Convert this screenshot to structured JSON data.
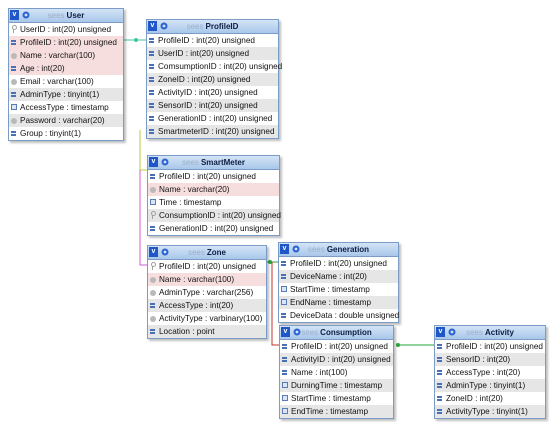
{
  "tables": [
    {
      "id": "user",
      "db": "sees",
      "name": "User",
      "rows": [
        {
          "text": "UserID : int(20) unsigned",
          "icon": "key-icon"
        },
        {
          "text": "ProfileID : int(20) unsigned",
          "icon": "number-icon",
          "highlight": true
        },
        {
          "text": "Name : varchar(100)",
          "icon": "string-icon",
          "highlight": true
        },
        {
          "text": "Age : int(20)",
          "icon": "number-icon",
          "highlight": true
        },
        {
          "text": "Email : varchar(100)",
          "icon": "string-icon"
        },
        {
          "text": "AdminType : tinyint(1)",
          "icon": "number-icon"
        },
        {
          "text": "AccessType : timestamp",
          "icon": "timestamp-icon"
        },
        {
          "text": "Password : varchar(20)",
          "icon": "string-icon"
        },
        {
          "text": "Group : tinyint(1)",
          "icon": "number-icon"
        }
      ]
    },
    {
      "id": "profileid",
      "db": "sees",
      "name": "ProfileID",
      "rows": [
        {
          "text": "ProfileID : int(20) unsigned",
          "icon": "number-icon"
        },
        {
          "text": "UserID : int(20) unsigned",
          "icon": "number-icon"
        },
        {
          "text": "ComsumptionID : int(20) unsigned",
          "icon": "number-icon"
        },
        {
          "text": "ZoneID : int(20) unsigned",
          "icon": "number-icon"
        },
        {
          "text": "ActivityID : int(20) unsigned",
          "icon": "number-icon"
        },
        {
          "text": "SensorID : int(20) unsigned",
          "icon": "number-icon"
        },
        {
          "text": "GenerationID : int(20) unsigned",
          "icon": "number-icon"
        },
        {
          "text": "SmartmeterID : int(20) unsigned",
          "icon": "number-icon"
        }
      ]
    },
    {
      "id": "smartmeter",
      "db": "sees",
      "name": "SmartMeter",
      "rows": [
        {
          "text": "ProfileID : int(20) unsigned",
          "icon": "number-icon"
        },
        {
          "text": "Name : varchar(20)",
          "icon": "string-icon",
          "highlight": true
        },
        {
          "text": "Time : timestamp",
          "icon": "timestamp-icon"
        },
        {
          "text": "ConsumptionID : int(20) unsigned",
          "icon": "key-icon"
        },
        {
          "text": "GenerationID : int(20) unsigned",
          "icon": "number-icon"
        }
      ]
    },
    {
      "id": "zone",
      "db": "sees",
      "name": "Zone",
      "rows": [
        {
          "text": "ProfileID : int(20) unsigned",
          "icon": "key-icon"
        },
        {
          "text": "Name : varchar(100)",
          "icon": "string-icon",
          "highlight": true
        },
        {
          "text": "AdminType : varchar(256)",
          "icon": "string-icon"
        },
        {
          "text": "AccessType : int(20)",
          "icon": "number-icon"
        },
        {
          "text": "ActivityType : varbinary(100)",
          "icon": "string-icon"
        },
        {
          "text": "Location : point",
          "icon": "number-icon"
        }
      ]
    },
    {
      "id": "generation",
      "db": "sees",
      "name": "Generation",
      "rows": [
        {
          "text": "ProfileID : int(20) unsigned",
          "icon": "number-icon"
        },
        {
          "text": "DeviceName : int(20)",
          "icon": "number-icon"
        },
        {
          "text": "StartTime : timestamp",
          "icon": "timestamp-icon"
        },
        {
          "text": "EndName : timestamp",
          "icon": "timestamp-icon"
        },
        {
          "text": "DeviceData : double unsigned",
          "icon": "number-icon"
        }
      ]
    },
    {
      "id": "consumption",
      "db": "sees",
      "name": "Consumption",
      "rows": [
        {
          "text": "ProfileID : int(20) unsigned",
          "icon": "number-icon"
        },
        {
          "text": "ActivityID : int(20) unsigned",
          "icon": "number-icon"
        },
        {
          "text": "Name : int(100)",
          "icon": "number-icon"
        },
        {
          "text": "DurningTime : timestamp",
          "icon": "timestamp-icon"
        },
        {
          "text": "StartTime : timestamp",
          "icon": "timestamp-icon"
        },
        {
          "text": "EndTime : timestamp",
          "icon": "timestamp-icon"
        }
      ]
    },
    {
      "id": "activity",
      "db": "sees",
      "name": "Activity",
      "rows": [
        {
          "text": "ProfileID : int(20) unsigned",
          "icon": "number-icon"
        },
        {
          "text": "SensorID : int(20)",
          "icon": "number-icon"
        },
        {
          "text": "AccessType : int(20)",
          "icon": "number-icon"
        },
        {
          "text": "AdminType : tinyint(1)",
          "icon": "number-icon"
        },
        {
          "text": "ZoneID : int(20)",
          "icon": "number-icon"
        },
        {
          "text": "ActivityType : tinyint(1)",
          "icon": "number-icon"
        }
      ]
    }
  ],
  "relation_colors": {
    "user_profile": "#3cc6a0",
    "profile_smartmeter": "#b3d23a",
    "smartmeter_zone": "#d65bd0",
    "zone_generation": "#2aa63a",
    "zone_consumption": "#c23030",
    "consumption_activity": "#2aa63a"
  },
  "colors": {
    "header_border": "#7b9cc6",
    "toggle": "#1f57c9",
    "highlight_row": "#f7dede"
  }
}
